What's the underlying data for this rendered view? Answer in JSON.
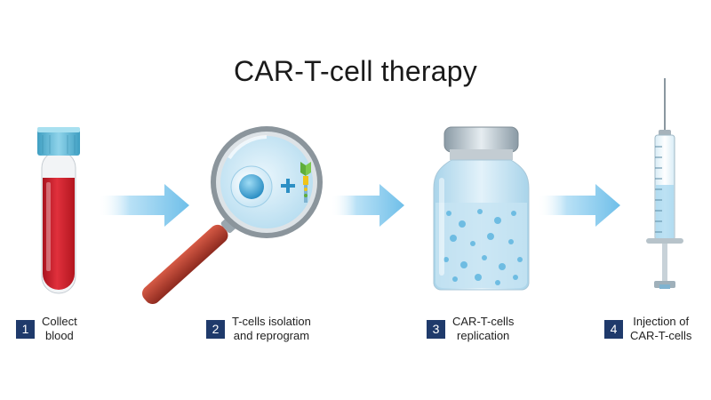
{
  "title": "CAR-T-cell therapy",
  "steps": [
    {
      "number": "1",
      "line1": "Collect",
      "line2": "blood"
    },
    {
      "number": "2",
      "line1": "T-cells isolation",
      "line2": "and reprogram"
    },
    {
      "number": "3",
      "line1": "CAR-T-cells",
      "line2": "replication"
    },
    {
      "number": "4",
      "line1": "Injection of",
      "line2": "CAR-T-cells"
    }
  ],
  "colors": {
    "badge": "#1f3a6b",
    "blood": "#d0202e",
    "tube_cap": "#5bb8d6",
    "arrow": "#7fc6ec",
    "handle": "#b5362a",
    "lens": "#cde9f7",
    "vial_liquid": "#bfe0f0"
  },
  "icons": [
    "blood-tube-icon",
    "magnifier-icon",
    "vial-icon",
    "syringe-icon",
    "arrow-icon"
  ]
}
